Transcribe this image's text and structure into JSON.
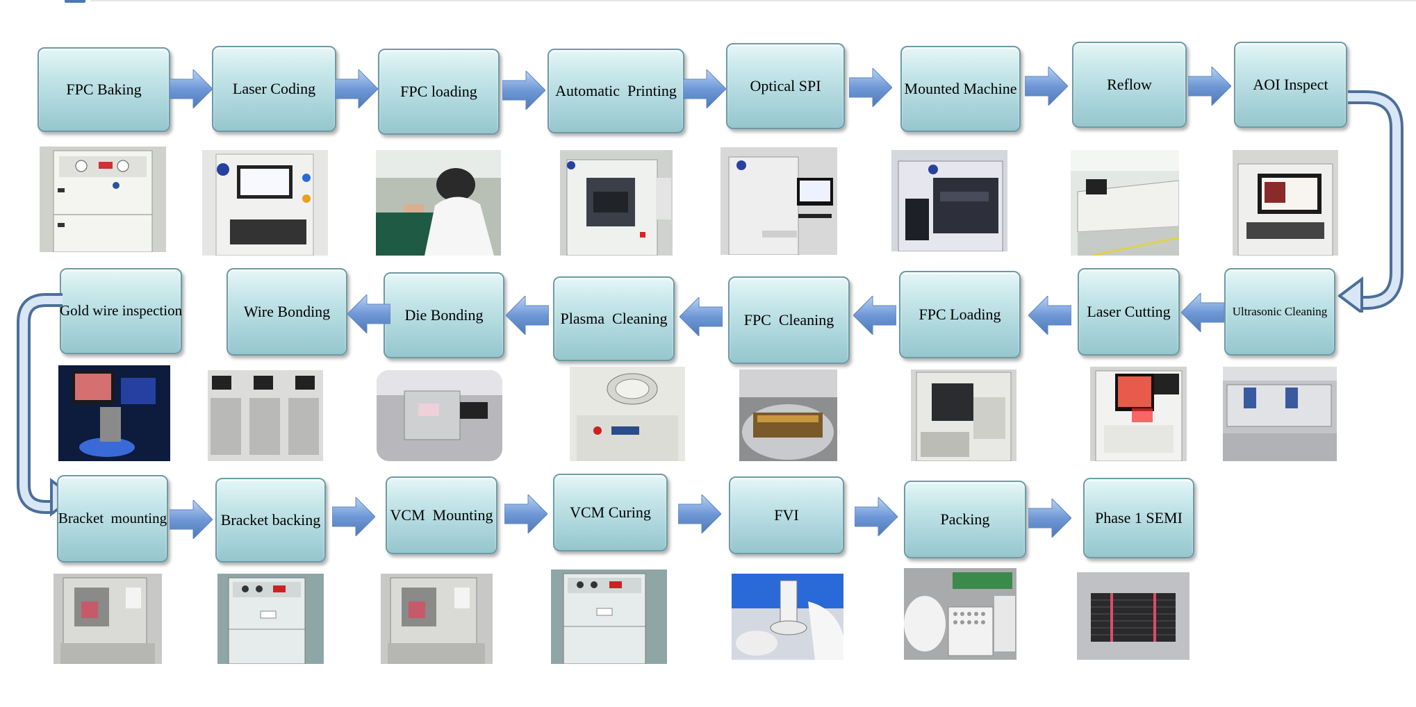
{
  "colors": {
    "box_border": "#6d9aa4",
    "box_fill_top": "#e6f6f7",
    "box_fill_bottom": "#96c6cd",
    "arrow_fill": "#6f98d6",
    "connector": "#4b6f98"
  },
  "rows": [
    {
      "direction": "right",
      "steps": [
        {
          "label": "FPC Baking",
          "photo": "oven-machine-icon"
        },
        {
          "label": "Laser Coding",
          "photo": "laser-coder-machine-icon"
        },
        {
          "label": "FPC loading",
          "photo": "worker-loading-icon"
        },
        {
          "label": "Automatic  Printing",
          "photo": "printer-machine-icon"
        },
        {
          "label": "Optical SPI",
          "photo": "spi-inspection-machine-icon"
        },
        {
          "label": "Mounted Machine",
          "photo": "mounter-machine-icon"
        },
        {
          "label": "Reflow",
          "photo": "reflow-oven-icon"
        },
        {
          "label": "AOI Inspect",
          "photo": "aoi-machine-icon"
        }
      ]
    },
    {
      "direction": "left",
      "steps": [
        {
          "label": "Gold wire inspection",
          "photo": "wire-inspection-station-icon"
        },
        {
          "label": "Wire Bonding",
          "photo": "wire-bonder-icon"
        },
        {
          "label": "Die Bonding",
          "photo": "die-bonder-icon"
        },
        {
          "label": "Plasma  Cleaning",
          "photo": "plasma-cleaner-icon"
        },
        {
          "label": "FPC  Cleaning",
          "photo": "fpc-cleaning-tank-icon"
        },
        {
          "label": "FPC Loading",
          "photo": "fpc-loader-machine-icon"
        },
        {
          "label": "Laser Cutting",
          "photo": "laser-cutter-icon"
        },
        {
          "label": "Ultrasonic Cleaning",
          "photo": "ultrasonic-cleaner-icon"
        }
      ]
    },
    {
      "direction": "right",
      "steps": [
        {
          "label": "Bracket  mounting",
          "photo": "bracket-mounter-icon"
        },
        {
          "label": "Bracket backing",
          "photo": "bracket-oven-icon"
        },
        {
          "label": "VCM  Mounting",
          "photo": "vcm-mounter-icon"
        },
        {
          "label": "VCM Curing",
          "photo": "vcm-curing-oven-icon"
        },
        {
          "label": "FVI",
          "photo": "microscope-inspection-icon"
        },
        {
          "label": "Packing",
          "photo": "packing-tray-icon"
        },
        {
          "label": "Phase 1 SEMI",
          "photo": "stacked-trays-icon"
        }
      ]
    }
  ]
}
